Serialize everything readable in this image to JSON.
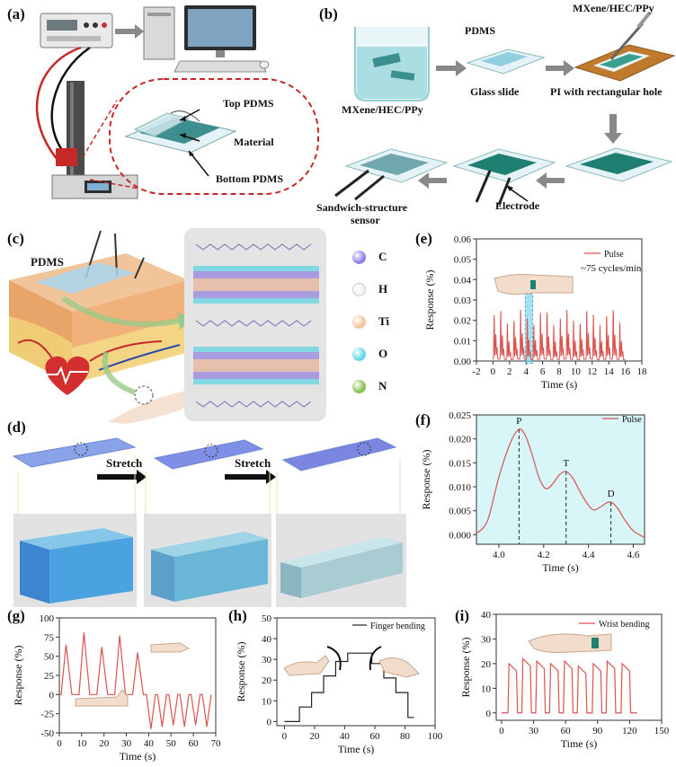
{
  "panel_labels": [
    "(a)",
    "(b)",
    "(c)",
    "(d)",
    "(e)",
    "(f)",
    "(g)",
    "(h)",
    "(i)"
  ],
  "panel_a": {
    "labels": {
      "top_pdms": "Top PDMS",
      "material": "Material",
      "bottom_pdms": "Bottom PDMS"
    }
  },
  "panel_b": {
    "labels": {
      "mxene": "MXene/HEC/PPy",
      "pdms": "PDMS",
      "glass": "Glass slide",
      "mxene2": "MXene/HEC/PPy",
      "pi": "PI with rectangular hole",
      "sandwich1": "Sandwich-structure",
      "sandwich2": "sensor",
      "electrode": "Electrode"
    }
  },
  "panel_c": {
    "pdms": "PDMS",
    "legend": [
      {
        "symbol": "C",
        "color": "#8a7ee8"
      },
      {
        "symbol": "H",
        "color": "#f2f2f2"
      },
      {
        "symbol": "Ti",
        "color": "#f3c49a"
      },
      {
        "symbol": "O",
        "color": "#5fd8e6"
      },
      {
        "symbol": "N",
        "color": "#86c24a"
      }
    ]
  },
  "panel_d": {
    "stretch1": "Stretch",
    "stretch2": "Stretch"
  },
  "colors": {
    "curve": "#d9534f",
    "fill_f": "#d8f6f8",
    "dash": "#222222"
  },
  "chart_data": [
    {
      "id": "e",
      "type": "line",
      "xlabel": "Time (s)",
      "ylabel": "Response (%)",
      "xlim": [
        -2,
        18
      ],
      "ylim": [
        0,
        0.06
      ],
      "xticks": [
        -2,
        0,
        2,
        4,
        6,
        8,
        10,
        12,
        14,
        16,
        18
      ],
      "yticks": [
        0.0,
        0.01,
        0.02,
        0.03,
        0.04,
        0.05,
        0.06
      ],
      "ytick_labels": [
        "0.00",
        "0.01",
        "0.02",
        "0.03",
        "0.04",
        "0.05",
        "0.06"
      ],
      "series": [
        {
          "name": "Pulse"
        }
      ],
      "annotation": "~75 cycles/min",
      "highlight_x": [
        3.9,
        4.8
      ]
    },
    {
      "id": "f",
      "type": "line",
      "xlabel": "Time (s)",
      "ylabel": "Response (%)",
      "xlim": [
        3.9,
        4.65
      ],
      "ylim": [
        -0.002,
        0.025
      ],
      "xticks": [
        4.0,
        4.2,
        4.4,
        4.6
      ],
      "xtick_labels": [
        "4.0",
        "4.2",
        "4.4",
        "4.6"
      ],
      "yticks": [
        0,
        0.005,
        0.01,
        0.015,
        0.02,
        0.025
      ],
      "ytick_labels": [
        "0.000",
        "0.005",
        "0.010",
        "0.015",
        "0.020",
        "0.025"
      ],
      "series": [
        {
          "name": "Pulse",
          "x": [
            3.9,
            3.95,
            4.0,
            4.05,
            4.09,
            4.12,
            4.15,
            4.18,
            4.21,
            4.24,
            4.27,
            4.3,
            4.33,
            4.36,
            4.39,
            4.42,
            4.45,
            4.48,
            4.5,
            4.53,
            4.56,
            4.6,
            4.65
          ],
          "y": [
            0.0002,
            0.003,
            0.012,
            0.019,
            0.022,
            0.0205,
            0.0165,
            0.0118,
            0.0096,
            0.0106,
            0.0125,
            0.0132,
            0.0118,
            0.0092,
            0.0068,
            0.0052,
            0.0057,
            0.0066,
            0.0068,
            0.0055,
            0.0032,
            0.0008,
            -0.0006
          ]
        }
      ],
      "peaks": [
        {
          "label": "P",
          "x": 4.09,
          "y": 0.022
        },
        {
          "label": "T",
          "x": 4.3,
          "y": 0.0132
        },
        {
          "label": "D",
          "x": 4.5,
          "y": 0.0068
        }
      ]
    },
    {
      "id": "g",
      "type": "line",
      "xlabel": "Time (s)",
      "ylabel": "Response (%)",
      "xlim": [
        0,
        70
      ],
      "ylim": [
        -50,
        100
      ],
      "xticks": [
        0,
        10,
        20,
        30,
        40,
        50,
        60,
        70
      ],
      "yticks": [
        -50,
        -25,
        0,
        25,
        50,
        75,
        100
      ],
      "peaks_pos": [
        {
          "x": 3,
          "y": 65
        },
        {
          "x": 11,
          "y": 81
        },
        {
          "x": 19,
          "y": 62
        },
        {
          "x": 27,
          "y": 77
        },
        {
          "x": 35,
          "y": 55
        }
      ],
      "peaks_neg": [
        {
          "x": 41,
          "y": -45
        },
        {
          "x": 46,
          "y": -42
        },
        {
          "x": 51,
          "y": -40
        },
        {
          "x": 56,
          "y": -42
        },
        {
          "x": 61,
          "y": -40
        },
        {
          "x": 66,
          "y": -42
        }
      ]
    },
    {
      "id": "h",
      "type": "line",
      "xlabel": "Time (s)",
      "ylabel": "Response (%)",
      "xlim": [
        -5,
        100
      ],
      "ylim": [
        -2,
        50
      ],
      "xticks": [
        0,
        20,
        40,
        60,
        80,
        100
      ],
      "yticks": [
        0,
        10,
        20,
        30,
        40,
        50
      ],
      "series": [
        {
          "name": "Finger bending",
          "x": [
            0,
            10,
            10,
            18,
            18,
            26,
            26,
            34,
            34,
            42,
            42,
            48,
            48,
            58,
            58,
            66,
            66,
            74,
            74,
            82,
            82,
            86
          ],
          "y": [
            0,
            0,
            7,
            7,
            14,
            14,
            22,
            22,
            29,
            29,
            33,
            33,
            33,
            33,
            28,
            28,
            21,
            21,
            14,
            14,
            2,
            2
          ]
        }
      ]
    },
    {
      "id": "i",
      "type": "line",
      "xlabel": "Time (s)",
      "ylabel": "Response (%)",
      "xlim": [
        -5,
        150
      ],
      "ylim": [
        -3,
        40
      ],
      "xticks": [
        0,
        30,
        60,
        90,
        120,
        150
      ],
      "yticks": [
        0,
        10,
        20,
        30,
        40
      ],
      "series": [
        {
          "name": "Wrist bending"
        }
      ],
      "peaks": [
        {
          "x": 7,
          "y": 20
        },
        {
          "x": 20,
          "y": 22
        },
        {
          "x": 33,
          "y": 21
        },
        {
          "x": 46,
          "y": 20
        },
        {
          "x": 59,
          "y": 21
        },
        {
          "x": 72,
          "y": 19
        },
        {
          "x": 86,
          "y": 20
        },
        {
          "x": 99,
          "y": 21
        },
        {
          "x": 113,
          "y": 20
        }
      ]
    }
  ]
}
